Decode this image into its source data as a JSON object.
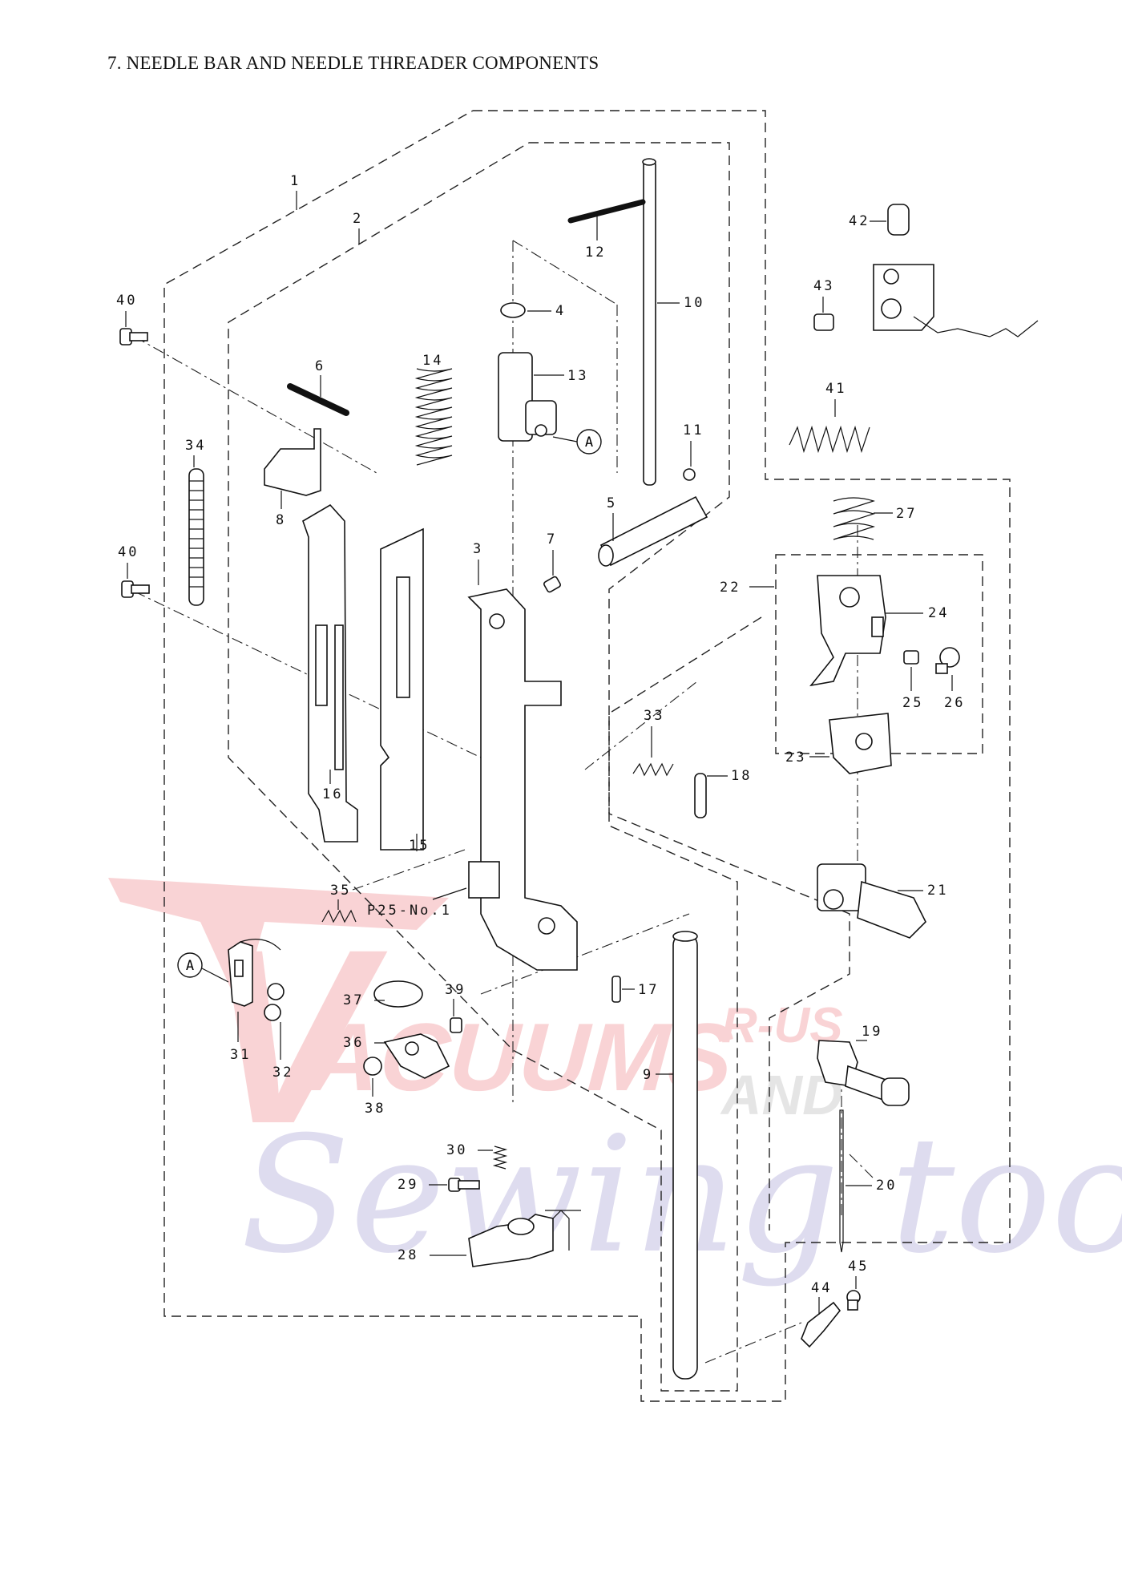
{
  "title": "7. NEEDLE BAR AND NEEDLE THREADER COMPONENTS",
  "reference_label": "P25-No.1",
  "callout_letter": "A",
  "watermark": {
    "line1": "ACUUMS",
    "v": "V",
    "rus": "R-US",
    "and": "AND",
    "script": "Sewing too",
    "red": "#e23a3f",
    "purple": "#6b5fb5"
  },
  "parts": [
    "1",
    "2",
    "3",
    "4",
    "5",
    "6",
    "7",
    "8",
    "9",
    "10",
    "11",
    "12",
    "13",
    "14",
    "15",
    "16",
    "17",
    "18",
    "19",
    "20",
    "21",
    "22",
    "23",
    "24",
    "25",
    "26",
    "27",
    "28",
    "29",
    "30",
    "31",
    "32",
    "33",
    "34",
    "35",
    "36",
    "37",
    "38",
    "39",
    "40",
    "40",
    "41",
    "42",
    "43",
    "44",
    "45"
  ]
}
